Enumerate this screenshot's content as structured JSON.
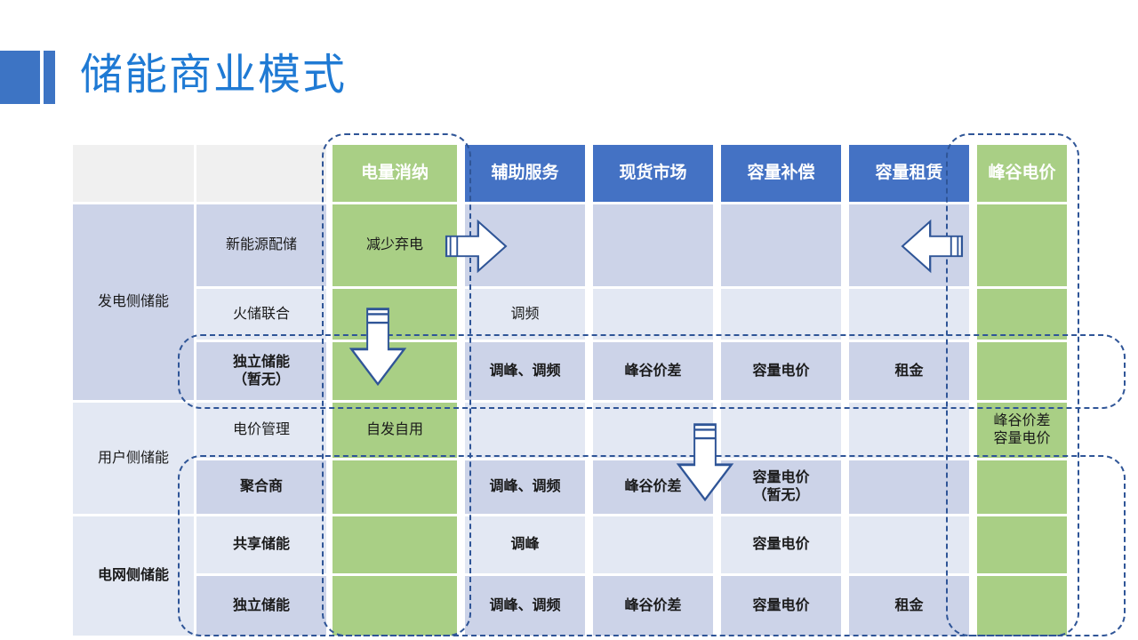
{
  "title": "储能商业模式",
  "accent_color": "#3d74c4",
  "title_color": "#1f7ad4",
  "colors": {
    "green": "#a9cf85",
    "blue": "#4472c4",
    "row_dark": "#ccd3e8",
    "row_light": "#e3e8f3",
    "header_blank": "#f0f0f0",
    "dash_outline": "#2f5597"
  },
  "table": {
    "headers": {
      "group_blank": "",
      "sub_blank": "",
      "columns": [
        {
          "label": "电量消纳",
          "style": "green"
        },
        {
          "label": "辅助服务",
          "style": "blue"
        },
        {
          "label": "现货市场",
          "style": "blue"
        },
        {
          "label": "容量补偿",
          "style": "blue"
        },
        {
          "label": "容量租赁",
          "style": "blue"
        },
        {
          "label": "峰谷电价",
          "style": "green"
        }
      ]
    },
    "groups": [
      {
        "label": "发电侧储能",
        "bold": false,
        "bg": "dark",
        "rows": 3
      },
      {
        "label": "用户侧储能",
        "bold": false,
        "bg": "light",
        "rows": 2
      },
      {
        "label": "电网侧储能",
        "bold": true,
        "bg": "light",
        "rows": 2
      }
    ],
    "rows": [
      {
        "name": "新能源配储",
        "bold": false,
        "bg": "dark",
        "cells": [
          "减少弃电",
          "",
          "",
          "",
          "",
          ""
        ]
      },
      {
        "name": "火储联合",
        "bold": false,
        "bg": "light",
        "cells": [
          "",
          "调频",
          "",
          "",
          "",
          ""
        ]
      },
      {
        "name": "独立储能\n（暂无）",
        "bold": true,
        "bg": "dark",
        "cells": [
          "",
          "调峰、调频",
          "峰谷价差",
          "容量电价",
          "租金",
          ""
        ]
      },
      {
        "name": "电价管理",
        "bold": false,
        "bg": "light",
        "cells": [
          "自发自用",
          "",
          "",
          "",
          "",
          "峰谷价差\n容量电价"
        ]
      },
      {
        "name": "聚合商",
        "bold": true,
        "bg": "dark",
        "cells": [
          "",
          "调峰、调频",
          "峰谷价差",
          "容量电价\n（暂无）",
          "",
          ""
        ]
      },
      {
        "name": "共享储能",
        "bold": true,
        "bg": "light",
        "cells": [
          "",
          "调峰",
          "",
          "容量电价",
          "",
          ""
        ]
      },
      {
        "name": "独立储能",
        "bold": true,
        "bg": "dark",
        "cells": [
          "",
          "调峰、调频",
          "峰谷价差",
          "容量电价",
          "租金",
          ""
        ]
      }
    ]
  },
  "annotations": {
    "highlight_boxes": [
      {
        "name": "column-highlight-dianliangxiaona"
      },
      {
        "name": "column-highlight-fenggudianjia"
      },
      {
        "name": "row-highlight-independent-storage-gen"
      },
      {
        "name": "row-highlight-grid-and-user-side"
      }
    ],
    "arrows": [
      {
        "name": "arrow-right-from-dianliangxiaona",
        "direction": "right"
      },
      {
        "name": "arrow-left-from-fenggudianjia",
        "direction": "left"
      },
      {
        "name": "arrow-down-in-dianliangxiaona",
        "direction": "down"
      },
      {
        "name": "arrow-down-to-rongliangdianjia",
        "direction": "down"
      }
    ]
  }
}
